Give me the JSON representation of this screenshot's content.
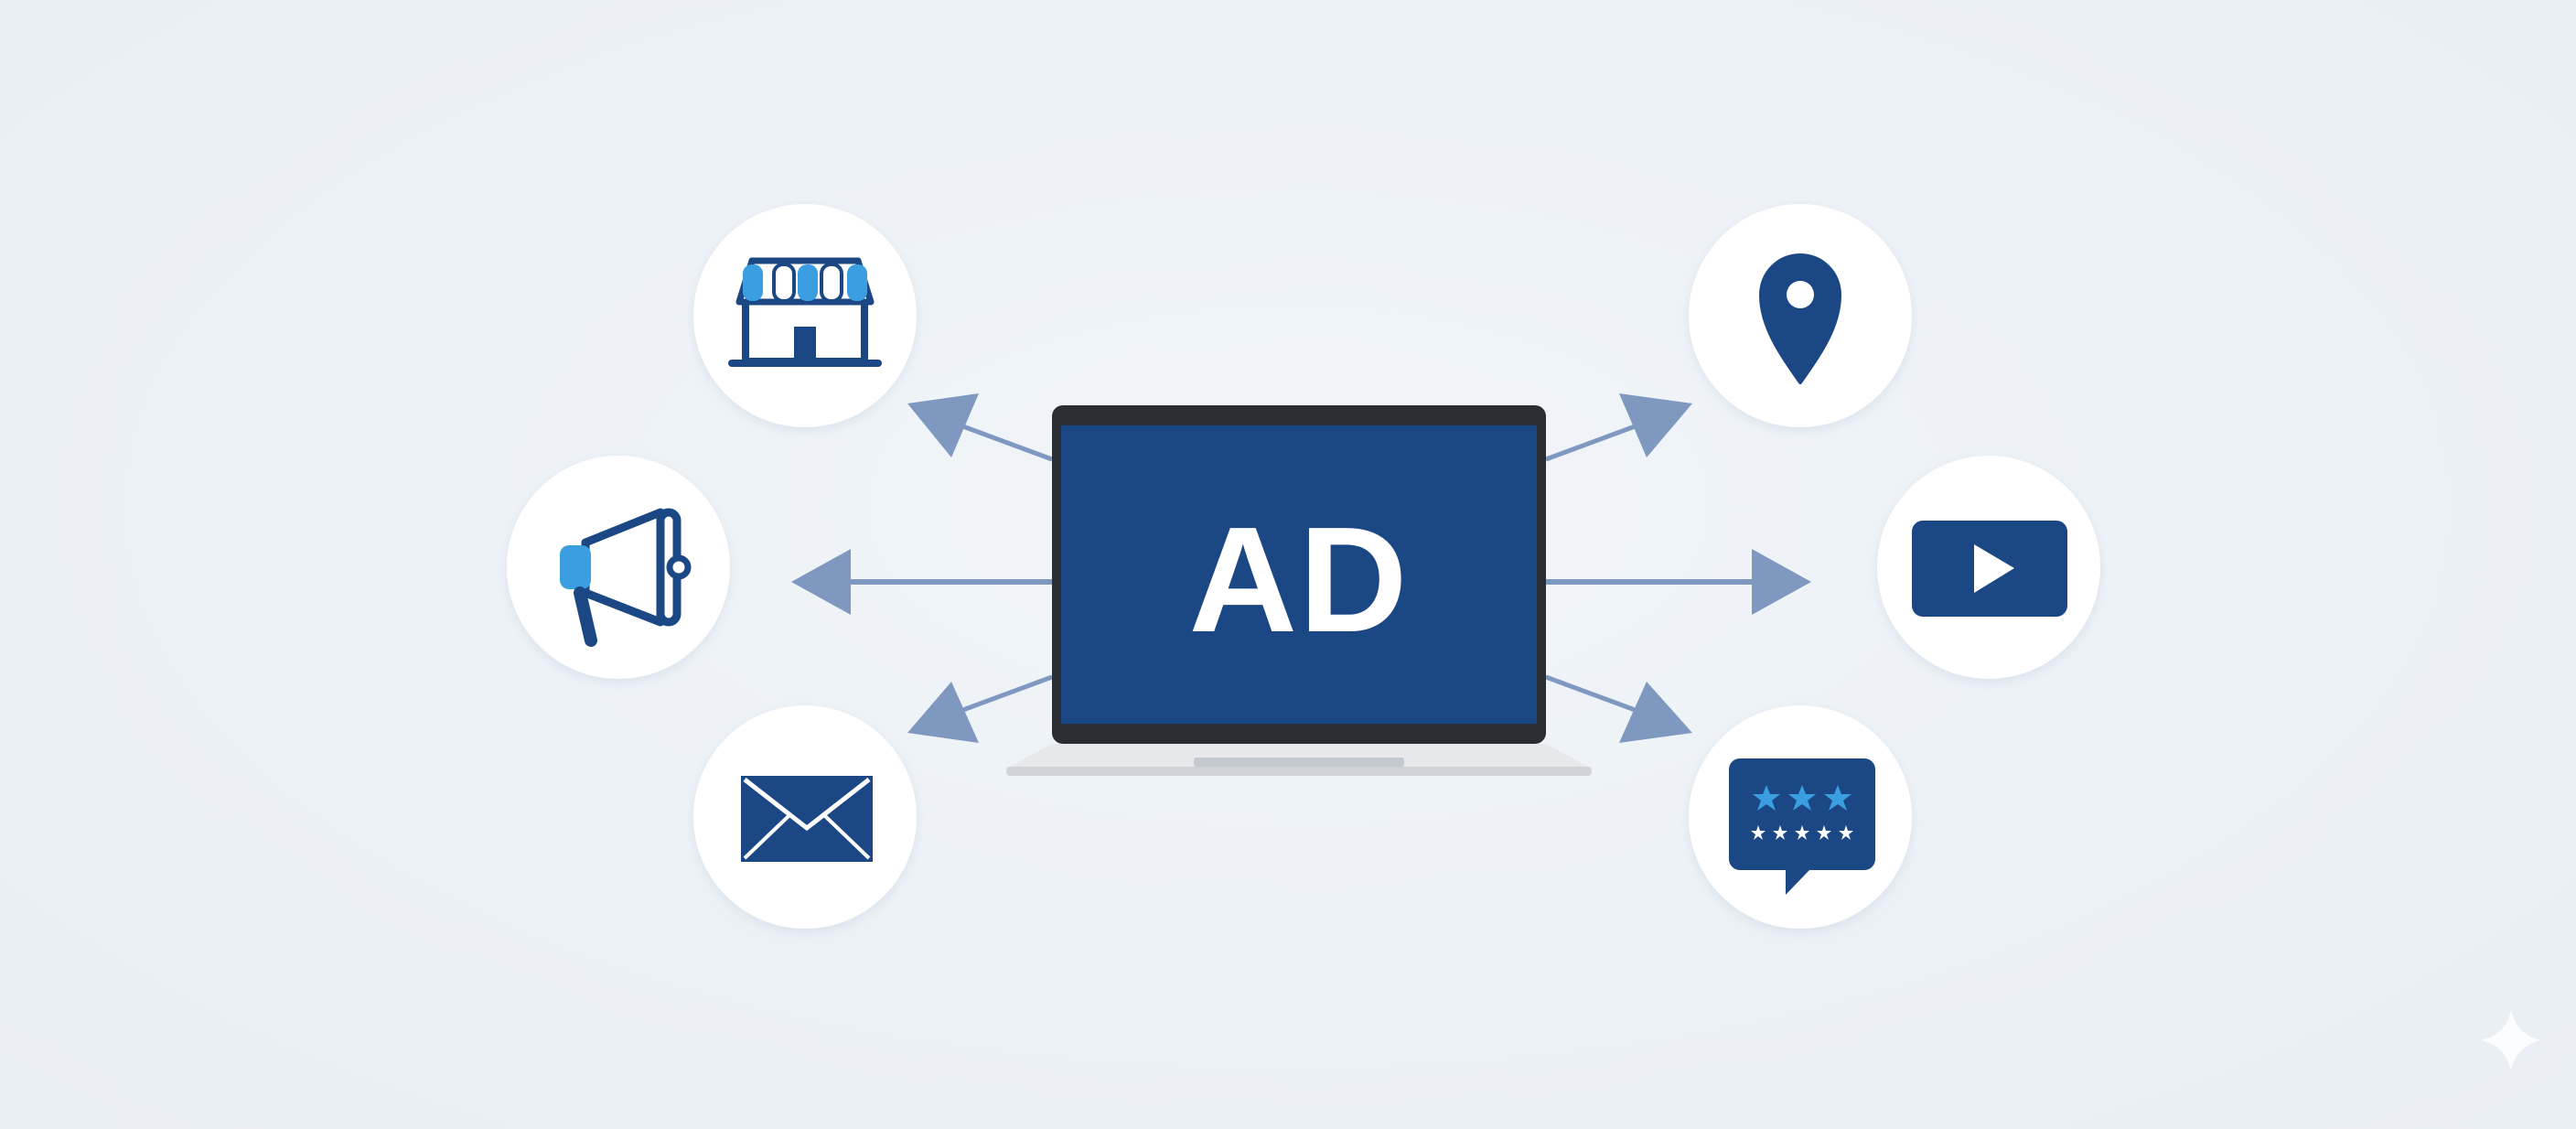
{
  "colors": {
    "background": "#eef2f7",
    "screen": "#1c4785",
    "laptop_frame": "#2a2d33",
    "laptop_base": "#e6e8eb",
    "arrow": "#7f98bf",
    "icon_dark": "#1c4785",
    "icon_light": "#3b9ee0",
    "circle": "#ffffff"
  },
  "laptop": {
    "screen_text": "AD"
  },
  "channels": [
    {
      "name": "storefront",
      "icon": "storefront-icon",
      "side": "left",
      "position": "top"
    },
    {
      "name": "megaphone",
      "icon": "megaphone-icon",
      "side": "left",
      "position": "middle"
    },
    {
      "name": "email",
      "icon": "envelope-icon",
      "side": "left",
      "position": "bottom"
    },
    {
      "name": "location",
      "icon": "location-pin-icon",
      "side": "right",
      "position": "top"
    },
    {
      "name": "video",
      "icon": "play-icon",
      "side": "right",
      "position": "middle"
    },
    {
      "name": "reviews",
      "icon": "review-stars-icon",
      "side": "right",
      "position": "bottom"
    }
  ]
}
